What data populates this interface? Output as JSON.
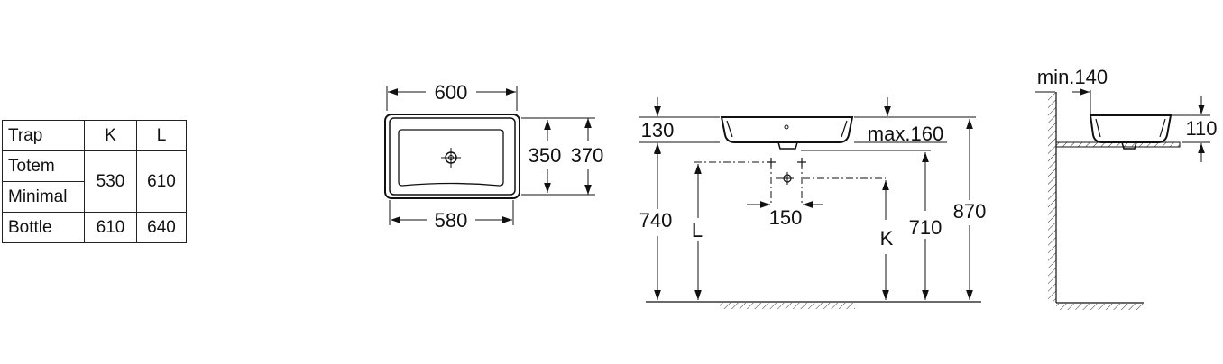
{
  "table": {
    "header": [
      "Trap",
      "K",
      "L"
    ],
    "rows": [
      {
        "trap": "Totem",
        "k": "530",
        "l": "610"
      },
      {
        "trap": "Minimal"
      },
      {
        "trap": "Bottle",
        "k": "610",
        "l": "640"
      }
    ]
  },
  "top_view": {
    "width_outer": "600",
    "width_inner": "580",
    "depth_inner": "350",
    "depth_outer": "370"
  },
  "front_view": {
    "basin_height": "130",
    "max_tap": "max.160",
    "height_740": "740",
    "label_l": "L",
    "spacing_150": "150",
    "label_k": "K",
    "height_710": "710",
    "height_870": "870"
  },
  "side_view": {
    "min_wall": "min.140",
    "height_110": "110"
  }
}
